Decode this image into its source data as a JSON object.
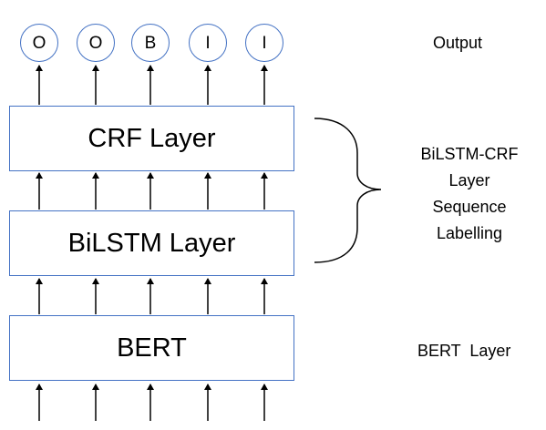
{
  "output_nodes": [
    "O",
    "O",
    "B",
    "I",
    "I"
  ],
  "layers": {
    "crf": "CRF Layer",
    "bilstm": "BiLSTM Layer",
    "bert": "BERT"
  },
  "labels": {
    "output": "Output",
    "bilstm_crf_lines": [
      "BiLSTM-CRF",
      "Layer",
      "Sequence",
      "Labelling"
    ],
    "bert_layer": "BERT  Layer"
  },
  "colors": {
    "box_border": "#4472c4",
    "arrow": "#000000",
    "text": "#000000"
  }
}
